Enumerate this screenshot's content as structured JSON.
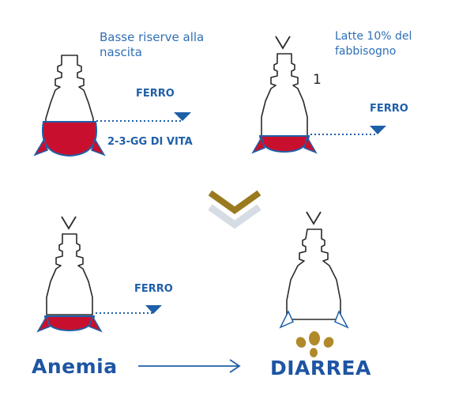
{
  "panels": {
    "top_left": {
      "caption_line1": "Basse riserve alla",
      "caption_line2": "nascita",
      "iron_label": "FERRO",
      "days_label": "2-3-GG DI VITA"
    },
    "top_right": {
      "caption_line1": "Latte 10% del",
      "caption_line2": "fabbisogno",
      "number_label": "1",
      "iron_label": "FERRO"
    },
    "bottom_left": {
      "iron_label": "FERRO"
    }
  },
  "outcomes": {
    "left": "Anemia",
    "right": "DIARREA"
  },
  "colors": {
    "blue": "#1f5fa8",
    "iron_red": "#c8102e",
    "chevron_gold": "#9a7a1e",
    "chevron_grey": "#d6dce4",
    "feces": "#b08a2a"
  },
  "icons": {
    "transition": "double-chevron-down-icon",
    "arrow": "right-arrow-icon"
  }
}
